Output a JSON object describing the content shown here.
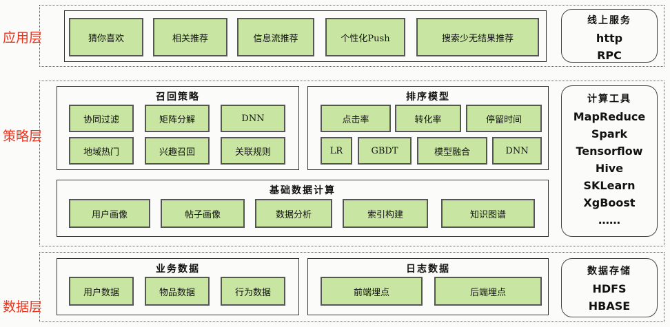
{
  "layers": {
    "app": "应用层",
    "strategy": "策略层",
    "data": "数据层"
  },
  "app_boxes": [
    "猜你喜欢",
    "相关推荐",
    "信息流推荐",
    "个性化Push",
    "搜索少无结果推荐"
  ],
  "online_service": {
    "title": "线上服务",
    "items": [
      "http",
      "RPC"
    ]
  },
  "recall": {
    "title": "召回策略",
    "items": [
      "协同过滤",
      "矩阵分解",
      "DNN",
      "地域热门",
      "兴趣召回",
      "关联规则"
    ]
  },
  "ranking": {
    "title": "排序模型",
    "row1": [
      "点击率",
      "转化率",
      "停留时间"
    ],
    "row2": [
      "LR",
      "GBDT",
      "模型融合",
      "DNN"
    ]
  },
  "basic_compute": {
    "title": "基础数据计算",
    "items": [
      "用户画像",
      "帖子画像",
      "数据分析",
      "索引构建",
      "知识图谱"
    ]
  },
  "compute_tools": {
    "title": "计算工具",
    "items": [
      "MapReduce",
      "Spark",
      "Tensorflow",
      "Hive",
      "SKLearn",
      "XgBoost",
      "……"
    ]
  },
  "business_data": {
    "title": "业务数据",
    "items": [
      "用户数据",
      "物品数据",
      "行为数据"
    ]
  },
  "log_data": {
    "title": "日志数据",
    "items": [
      "前端埋点",
      "后端埋点"
    ]
  },
  "data_storage": {
    "title": "数据存储",
    "items": [
      "HDFS",
      "HBASE"
    ]
  }
}
